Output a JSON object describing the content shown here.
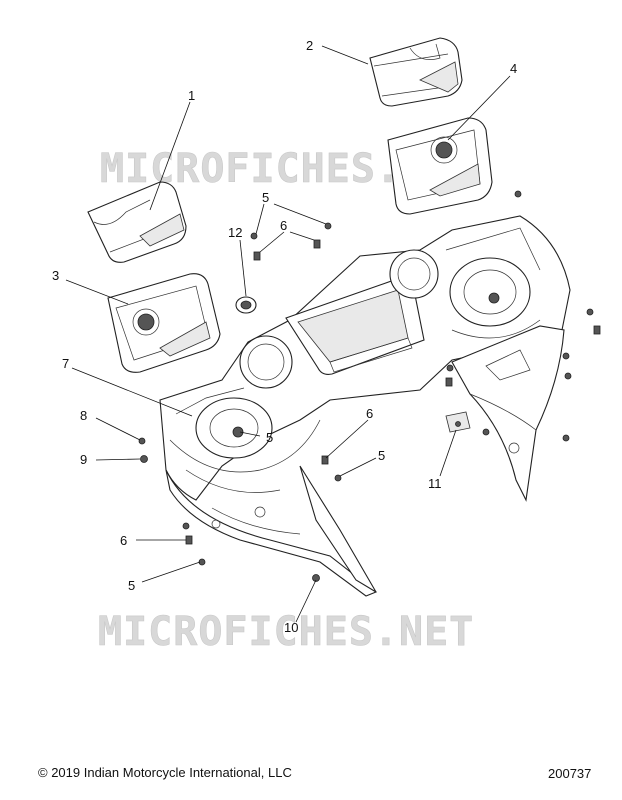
{
  "watermark": "MICROFICHES.NET",
  "footer": {
    "copyright": "© 2019 Indian Motorcycle International, LLC",
    "figure_number": "200737"
  },
  "callouts": {
    "c1": "1",
    "c2": "2",
    "c3": "3",
    "c4": "4",
    "c5a": "5",
    "c5b": "5",
    "c5c": "5",
    "c5d": "5",
    "c6a": "6",
    "c6b": "6",
    "c6c": "6",
    "c7": "7",
    "c8": "8",
    "c9": "9",
    "c10": "10",
    "c11": "11",
    "c12": "12"
  }
}
